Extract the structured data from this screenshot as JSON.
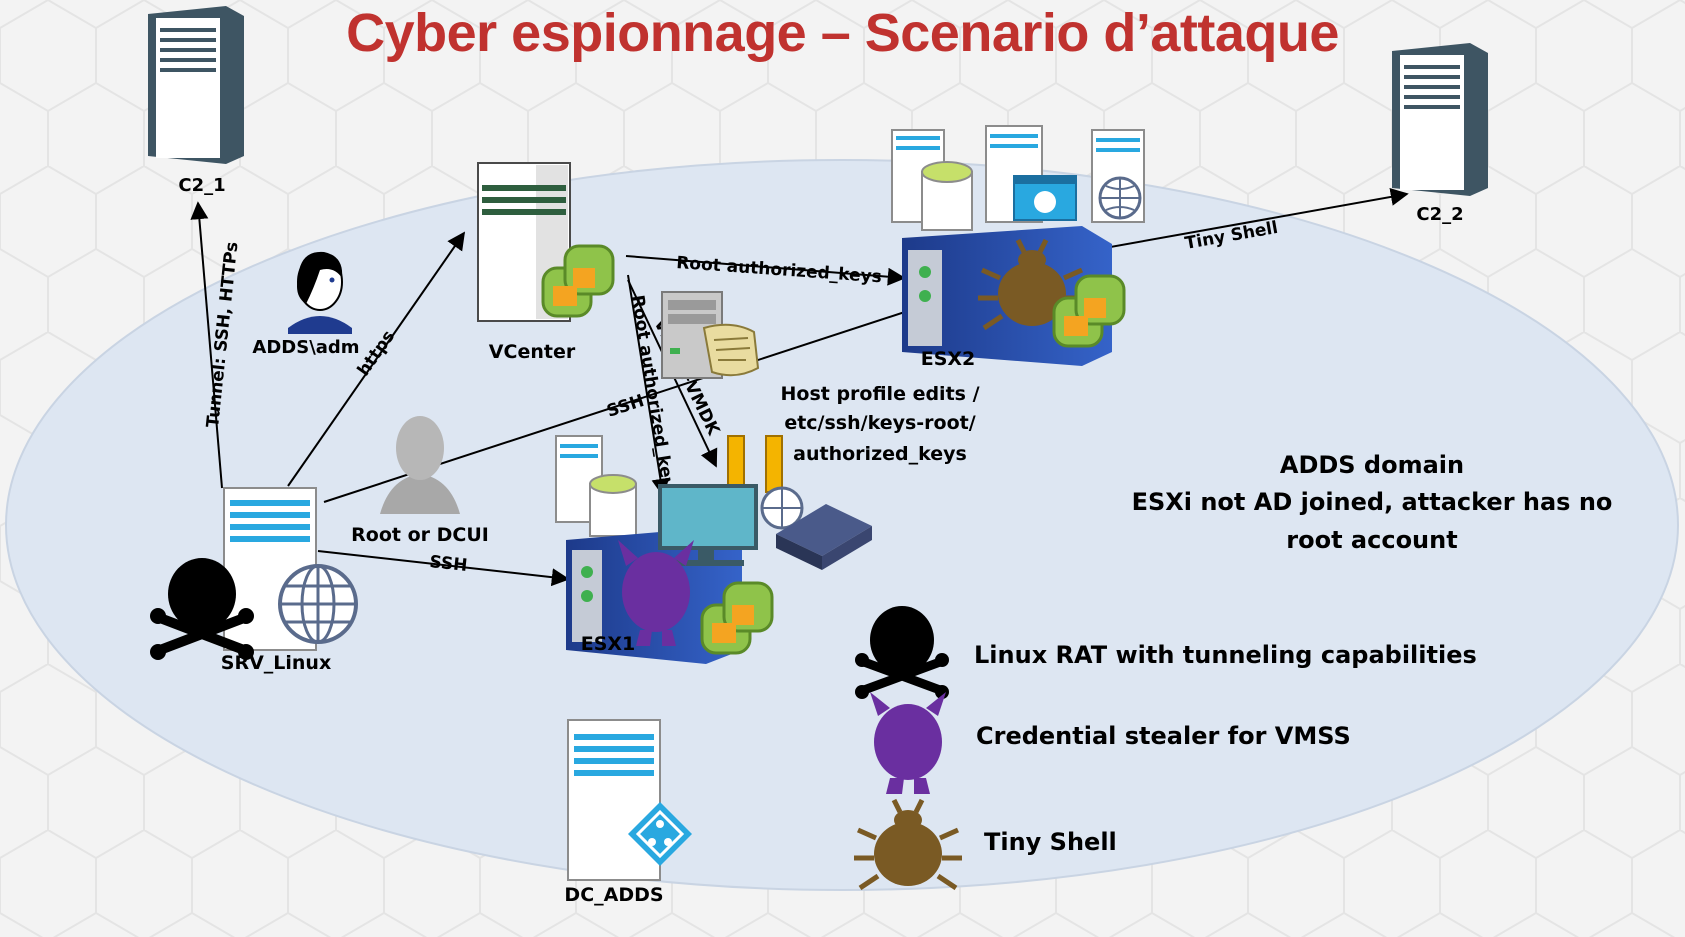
{
  "title": "Cyber espionnage – Scenario d’attaque",
  "colors": {
    "title": "#c0322f",
    "domain_ellipse": "#dde6f2",
    "server_dark": "#3e5563",
    "rat": "#000000",
    "credential_stealer": "#6a2fa0",
    "tiny_shell": "#7a5a24",
    "vmware_orange": "#f4a421",
    "vmware_green": "#8fc34a"
  },
  "nodes": {
    "c2_1": "C2_1",
    "c2_2": "C2_2",
    "adds_adm": "ADDS\\adm",
    "vcenter": "VCenter",
    "esx2": "ESX2",
    "esx1": "ESX1",
    "srv_linux": "SRV_Linux",
    "root_dcui": "Root or DCUI",
    "dc_adds": "DC_ADDS"
  },
  "edges": {
    "tunnel": "Tunnel: SSH, HTTPs",
    "https": "https",
    "ssh_esx2": "SSH",
    "ssh_esx1": "SSH",
    "root_keys": "Root authorized_keys",
    "root_keys_esx1": "Root authorized_keys",
    "vmrc": "VMRC+VMDK",
    "tiny_shell": "Tiny Shell"
  },
  "host_profile": [
    "Host profile edits /",
    "etc/ssh/keys-root/",
    "authorized_keys"
  ],
  "domain_note": [
    "ADDS domain",
    "ESXi not AD joined, attacker has no",
    "root account"
  ],
  "legend": [
    {
      "icon": "skull-icon",
      "label": "Linux RAT with tunneling capabilities"
    },
    {
      "icon": "devil-icon",
      "label": "Credential stealer for VMSS"
    },
    {
      "icon": "bug-icon",
      "label": "Tiny Shell"
    }
  ]
}
